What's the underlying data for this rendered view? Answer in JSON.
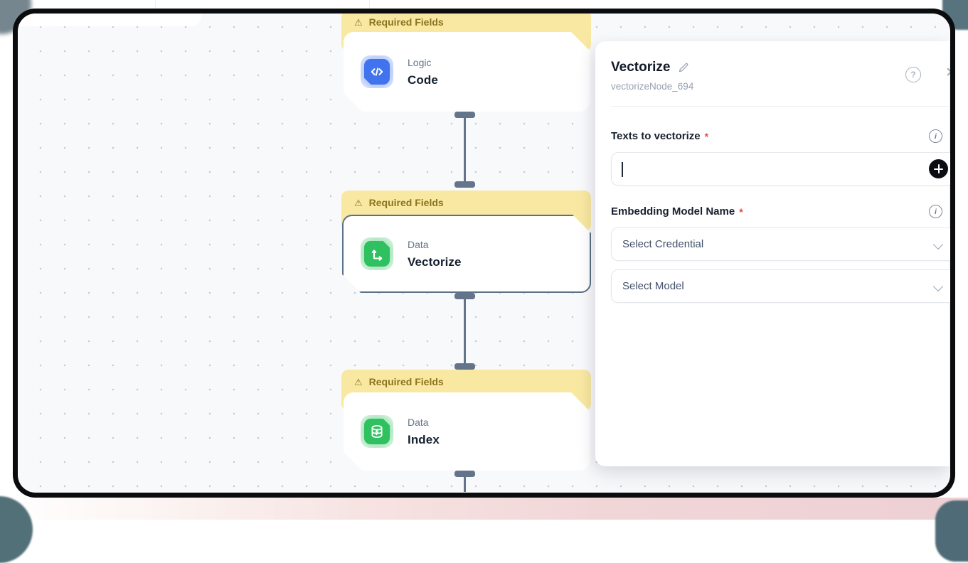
{
  "workflow": {
    "banner_label": "Required Fields",
    "warning_glyph": "⚠",
    "nodes": [
      {
        "category": "Logic",
        "title": "Code",
        "icon": "code-icon"
      },
      {
        "category": "Data",
        "title": "Vectorize",
        "icon": "vector-axes-icon",
        "selected": true
      },
      {
        "category": "Data",
        "title": "Index",
        "icon": "database-icon"
      }
    ]
  },
  "panel": {
    "title": "Vectorize",
    "subtitle": "vectorizeNode_694",
    "icons": {
      "help": "?",
      "close": "✕",
      "info": "i"
    },
    "texts_field": {
      "label": "Texts to vectorize",
      "required_mark": "*",
      "value": ""
    },
    "embedding_field": {
      "label": "Embedding Model Name",
      "required_mark": "*"
    },
    "credential_select": {
      "placeholder": "Select Credential"
    },
    "model_select": {
      "placeholder": "Select Model"
    }
  },
  "colors": {
    "frame": "#0b0c0e",
    "canvas_bg": "#f8f9fb",
    "banner_bg": "#f9e8a2",
    "banner_text": "#8b741d",
    "node_blue": "#4273ee",
    "node_green": "#2fc05f",
    "connector": "#64748b",
    "selected_border": "#5c7186",
    "required_asterisk": "#f04438",
    "bottom_band_pink": "#eed0d4"
  }
}
